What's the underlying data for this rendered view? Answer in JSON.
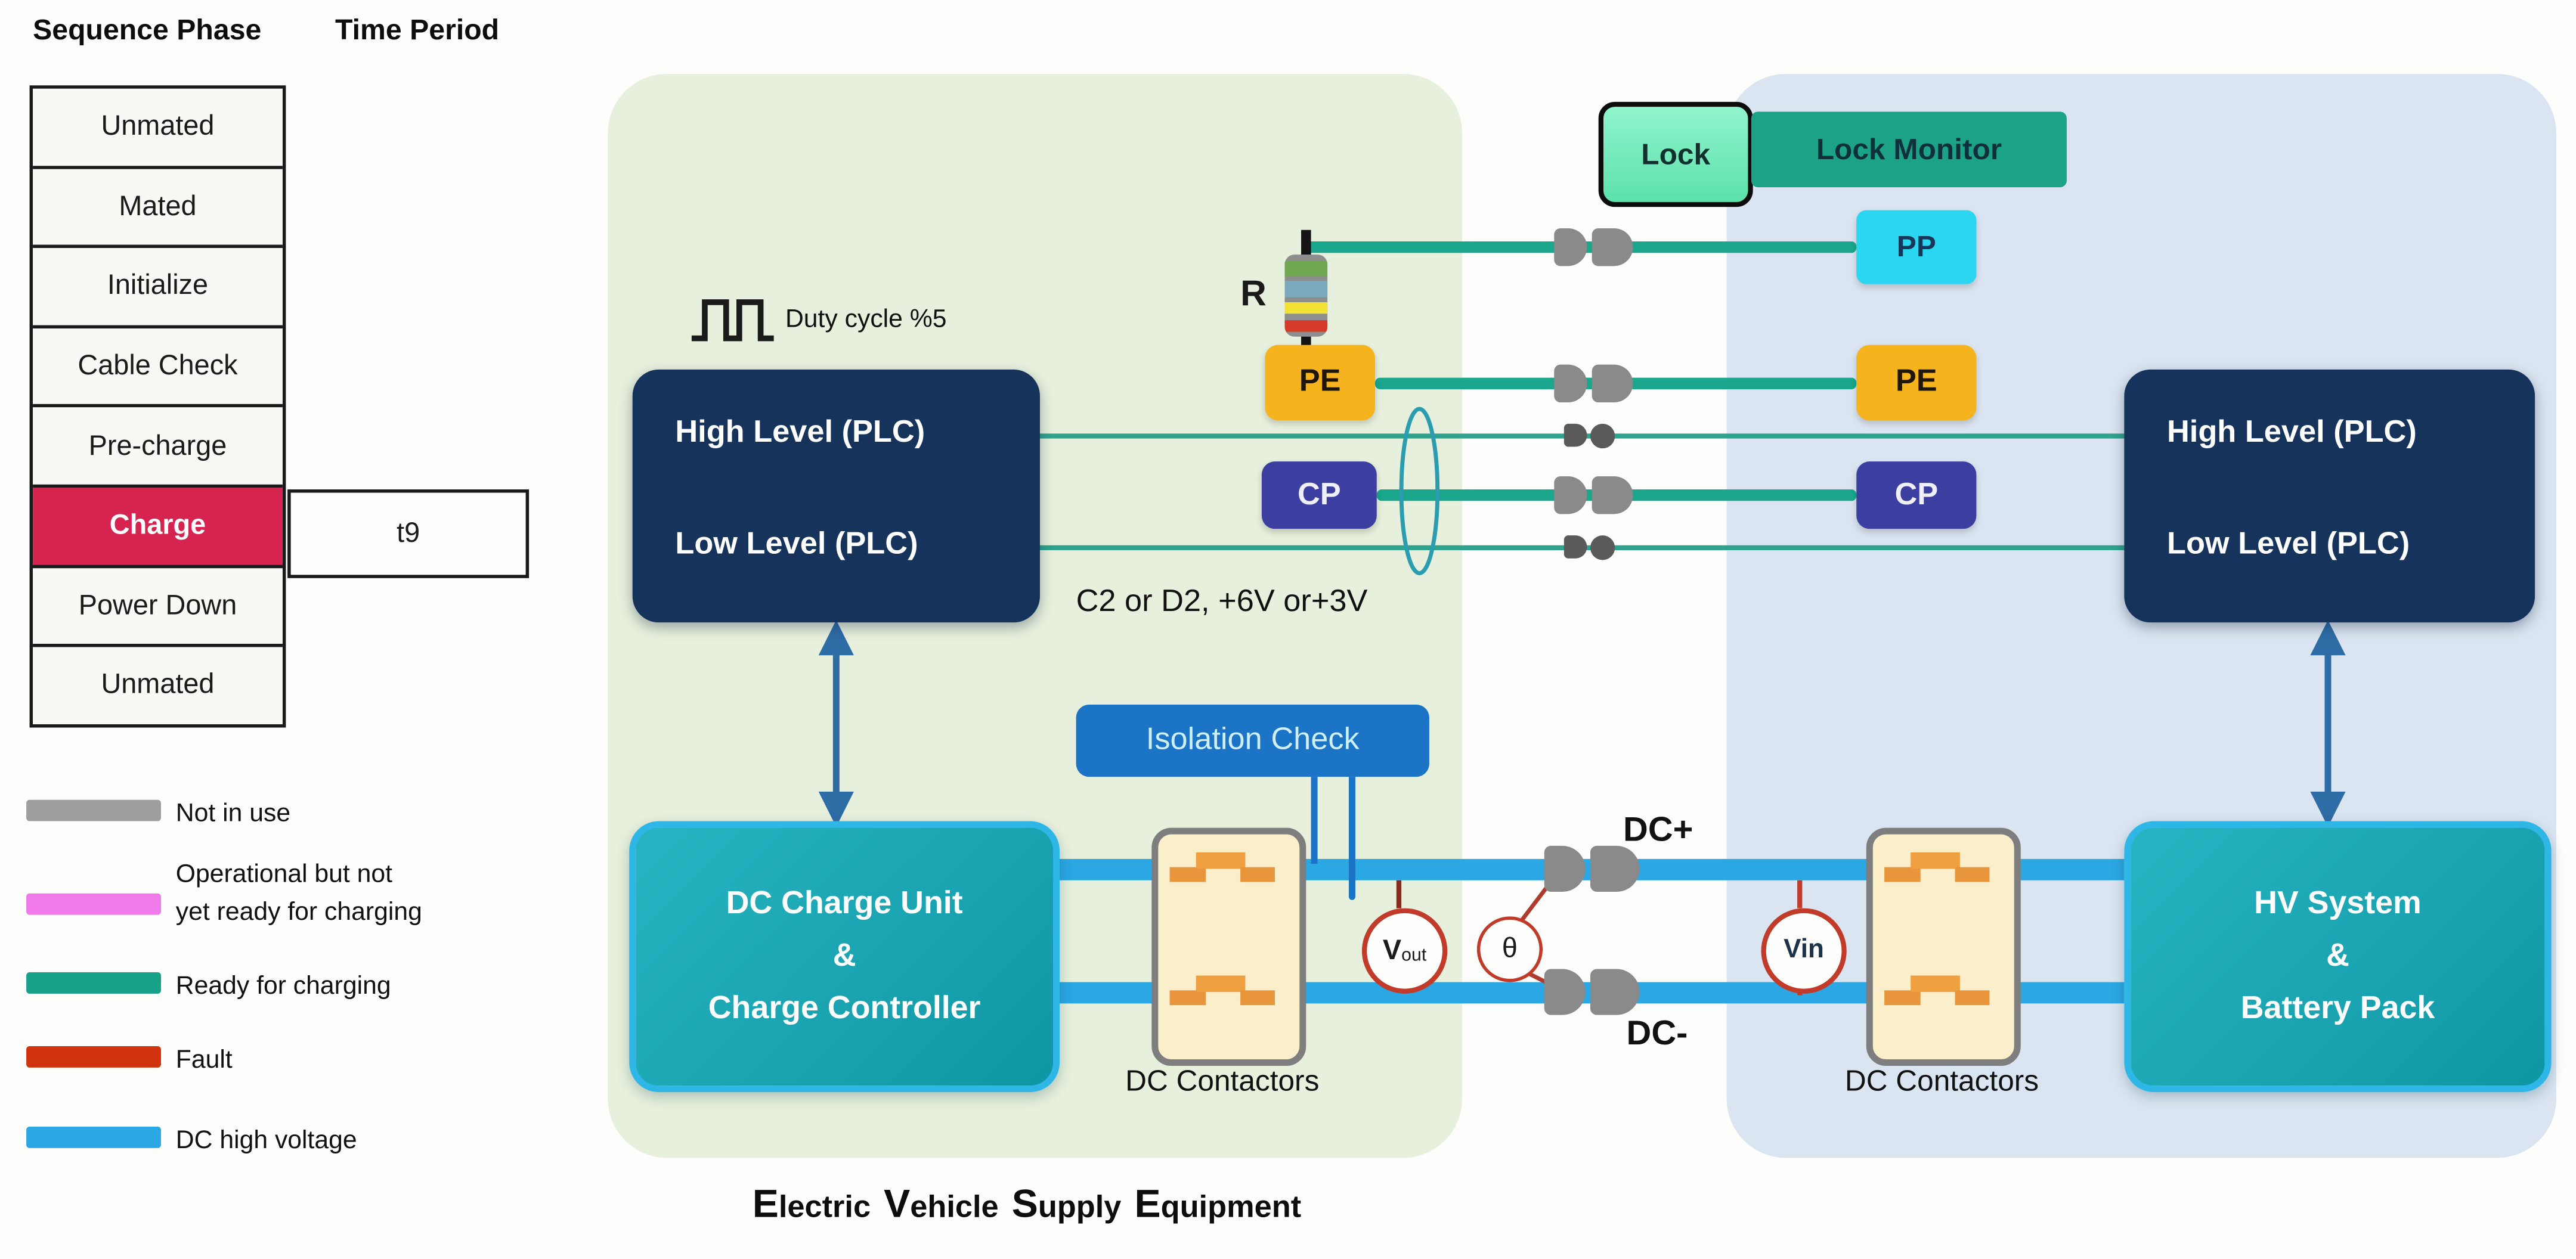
{
  "headers": {
    "sequence_phase": "Sequence Phase",
    "time_period": "Time Period"
  },
  "sequence_table": {
    "rows": [
      "Unmated",
      "Mated",
      "Initialize",
      "Cable Check",
      "Pre-charge",
      "Charge",
      "Power Down",
      "Unmated"
    ],
    "active_row": "Charge",
    "active_index": 5,
    "time_period_value": "t9"
  },
  "legend": {
    "items": [
      {
        "label_lines": [
          "Not in use"
        ],
        "color": "#9E9E9E"
      },
      {
        "label_lines": [
          "Operational but not",
          "yet ready for charging"
        ],
        "color": "#F07AEA"
      },
      {
        "label_lines": [
          "Ready for charging"
        ],
        "color": "#16A189"
      },
      {
        "label_lines": [
          "Fault"
        ],
        "color": "#D2330F"
      },
      {
        "label_lines": [
          "DC high voltage"
        ],
        "color": "#2BA7E3"
      }
    ]
  },
  "pins": {
    "pp": "PP",
    "pe": "PE",
    "cp": "CP"
  },
  "plc": {
    "high": "High Level (PLC)",
    "low": "Low Level (PLC)"
  },
  "evse": {
    "duty_cycle_label": "Duty cycle %5",
    "resistor_label": "R",
    "cp_note": "C2 or D2, +6V or+3V",
    "isolation_check_label": "Isolation Check",
    "charge_unit_lines": [
      "DC Charge Unit",
      "&",
      "Charge Controller"
    ],
    "dc_contactors_label": "DC Contactors",
    "caption_words": [
      "Electric",
      "Vehicle",
      "Supply",
      "Equipment"
    ]
  },
  "vehicle": {
    "lock_label": "Lock",
    "lock_monitor_label": "Lock Monitor",
    "hv_lines": [
      "HV System",
      "&",
      "Battery Pack"
    ],
    "dc_contactors_label": "DC Contactors"
  },
  "dc_bus": {
    "plus_label": "DC+",
    "minus_label": "DC-",
    "vout_v": "V",
    "vout_sub": "out",
    "theta_label": "θ",
    "vin_label": "Vin"
  },
  "colors": {
    "charge_highlight": "#D6234F",
    "panel_evse": "#E7F0DC",
    "panel_vehicle": "#DBE5F1",
    "plc_box": "#16335B",
    "ready_teal_line": "#1AA78E",
    "dc_blue_line": "#2BA7E3",
    "isolation_blue": "#1B74C5",
    "unit_teal": "#179DAB",
    "unit_border": "#2EB7E6",
    "lock_mint": "#74EBBE",
    "lock_monitor_teal": "#1CA287",
    "pp_cyan": "#2BD6F0",
    "pe_amber": "#F5B31D",
    "cp_indigo": "#3C3F9F",
    "contactor_cream": "#FBEECB",
    "contact_orange": "#E8953B",
    "meter_ring_red": "#C23B2A",
    "arrow_steel_blue": "#2E6CA6"
  }
}
